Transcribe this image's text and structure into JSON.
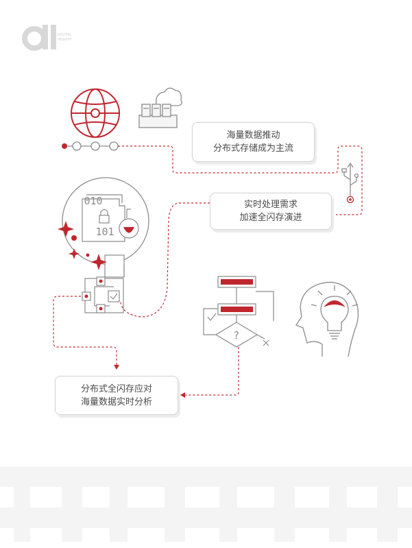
{
  "logo": {
    "mark": "dl",
    "line1": "DIGITAL",
    "line2": "INSIGHT"
  },
  "boxes": {
    "top": {
      "line1": "海量数据推动",
      "line2": "分布式存储成为主流"
    },
    "middle": {
      "line1": "实时处理需求",
      "line2": "加速全闪存演进"
    },
    "bottom": {
      "line1": "分布式全闪存应对",
      "line2": "海量数据实时分析"
    }
  },
  "icons": {
    "binary_row1": "010",
    "binary_row2": "101",
    "question_mark": "?"
  },
  "colors": {
    "accent": "#c0272d",
    "line": "#8a8a8a",
    "box_border": "#d4d4d4"
  }
}
